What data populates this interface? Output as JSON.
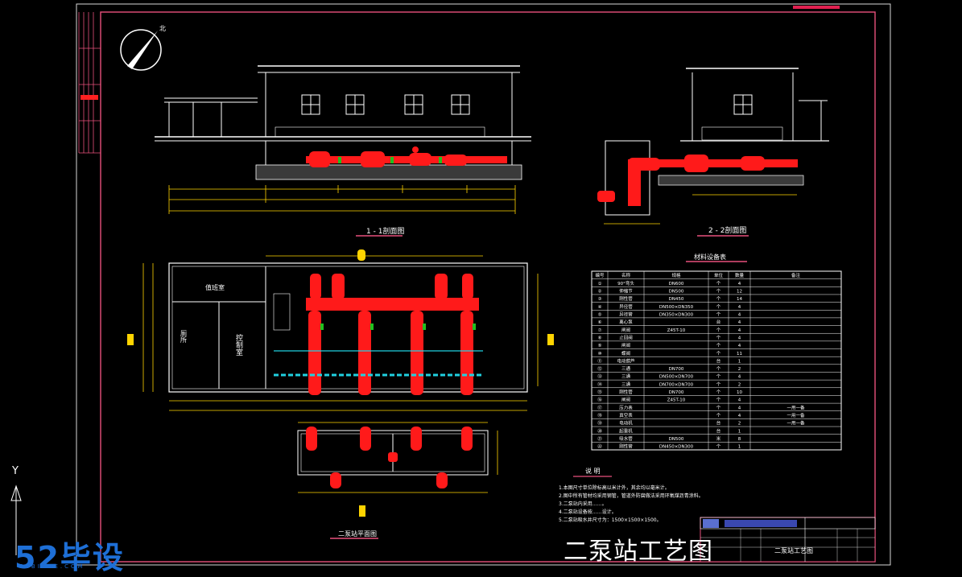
{
  "drawing": {
    "title": "二泵站工艺图",
    "titleblock_drawing_name": "二泵站工艺图",
    "views": {
      "section_1": "1 - 1剖面图",
      "section_2": "2 - 2剖面图",
      "pump_pit": "二泵站平面图",
      "materials": "材料设备表"
    },
    "rooms": {
      "dispatch": "值班室",
      "toilet": "厕所",
      "control": "控制室"
    },
    "notes_title": "说 明",
    "notes": [
      "1.本图尺寸单位除标高以米计外，其余均以毫米计。",
      "2.图中所有管材均采用钢管，管道外防腐做法采用环氧煤沥青涂料。",
      "3.二泵站内采用……。",
      "4.二泵站设备按……设计。",
      "5.二泵站吸水井尺寸为：1500×1500×1500。"
    ],
    "table": {
      "headers": [
        "编号",
        "名称",
        "规格",
        "单位",
        "数量",
        "备注"
      ],
      "rows": [
        [
          "①",
          "90°弯头",
          "DN600",
          "个",
          "4",
          ""
        ],
        [
          "②",
          "伸缩节",
          "DN500",
          "个",
          "12",
          ""
        ],
        [
          "③",
          "刚性管",
          "DN450",
          "个",
          "14",
          ""
        ],
        [
          "④",
          "异径管",
          "DN500×DN350",
          "个",
          "4",
          ""
        ],
        [
          "⑤",
          "异径管",
          "DN350×DN300",
          "个",
          "4",
          ""
        ],
        [
          "⑥",
          "离心泵",
          "",
          "台",
          "4",
          ""
        ],
        [
          "⑦",
          "闸阀",
          "Z45T-10",
          "个",
          "4",
          ""
        ],
        [
          "⑧",
          "止回阀",
          "",
          "个",
          "4",
          ""
        ],
        [
          "⑨",
          "闸阀",
          "",
          "个",
          "4",
          ""
        ],
        [
          "⑩",
          "蝶阀",
          "",
          "个",
          "11",
          ""
        ],
        [
          "⑪",
          "电动葫芦",
          "",
          "台",
          "1",
          ""
        ],
        [
          "⑫",
          "三通",
          "DN700",
          "个",
          "2",
          ""
        ],
        [
          "⑬",
          "三通",
          "DN500×DN700",
          "个",
          "4",
          ""
        ],
        [
          "⑭",
          "三通",
          "DN700×DN700",
          "个",
          "2",
          ""
        ],
        [
          "⑮",
          "刚性管",
          "DN700",
          "个",
          "10",
          ""
        ],
        [
          "⑯",
          "闸阀",
          "Z45T-10",
          "个",
          "4",
          ""
        ],
        [
          "⑰",
          "压力表",
          "",
          "个",
          "4",
          "一用一备"
        ],
        [
          "⑱",
          "真空表",
          "",
          "个",
          "4",
          "一用一备"
        ],
        [
          "⑲",
          "电动机",
          "",
          "台",
          "2",
          "一用一备"
        ],
        [
          "⑳",
          "起重机",
          "",
          "台",
          "1",
          ""
        ],
        [
          "㉑",
          "吸水管",
          "DN500",
          "米",
          "8",
          ""
        ],
        [
          "㉒",
          "刚性管",
          "DN450×DN300",
          "个",
          "1",
          ""
        ]
      ]
    },
    "watermark": {
      "main": "52毕设",
      "sub": "52BISHE.COM"
    },
    "axis_label": "Y",
    "north_label": "北"
  }
}
